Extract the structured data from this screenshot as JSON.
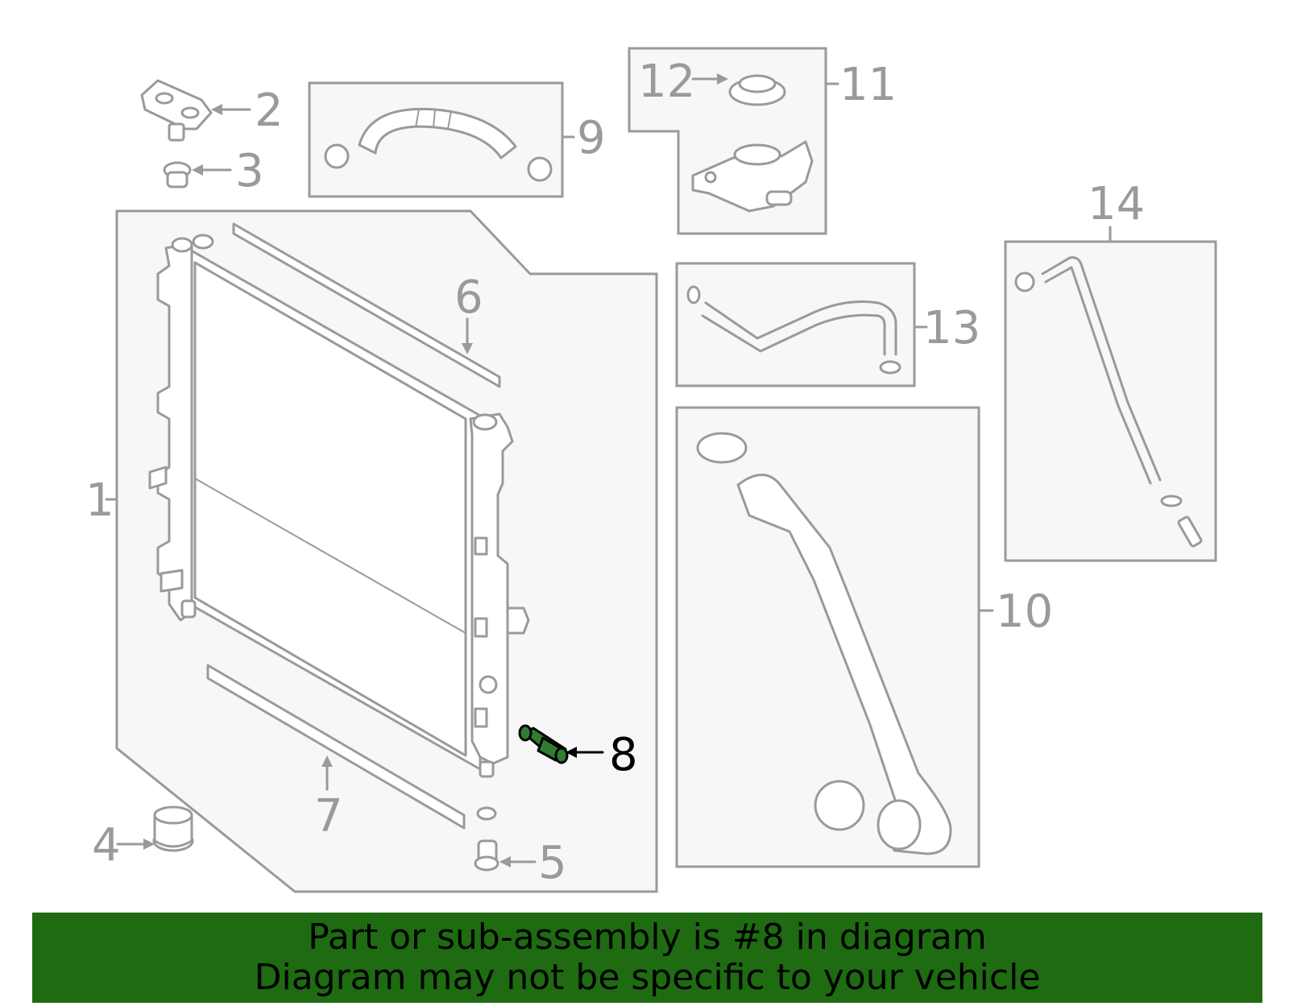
{
  "diagram": {
    "callouts": [
      {
        "id": "1",
        "label": "1"
      },
      {
        "id": "2",
        "label": "2"
      },
      {
        "id": "3",
        "label": "3"
      },
      {
        "id": "4",
        "label": "4"
      },
      {
        "id": "5",
        "label": "5"
      },
      {
        "id": "6",
        "label": "6"
      },
      {
        "id": "7",
        "label": "7"
      },
      {
        "id": "8",
        "label": "8"
      },
      {
        "id": "9",
        "label": "9"
      },
      {
        "id": "10",
        "label": "10"
      },
      {
        "id": "11",
        "label": "11"
      },
      {
        "id": "12",
        "label": "12"
      },
      {
        "id": "13",
        "label": "13"
      },
      {
        "id": "14",
        "label": "14"
      }
    ],
    "highlighted_part": "8",
    "colors": {
      "outline": "#9a9a9a",
      "box_fill": "#f7f7f7",
      "highlight_fill": "#2e7d32",
      "banner_bg": "#1e6b12"
    }
  },
  "banner": {
    "line1": "Part or sub-assembly is #8 in diagram",
    "line2": "Diagram may not be specific to your vehicle"
  }
}
